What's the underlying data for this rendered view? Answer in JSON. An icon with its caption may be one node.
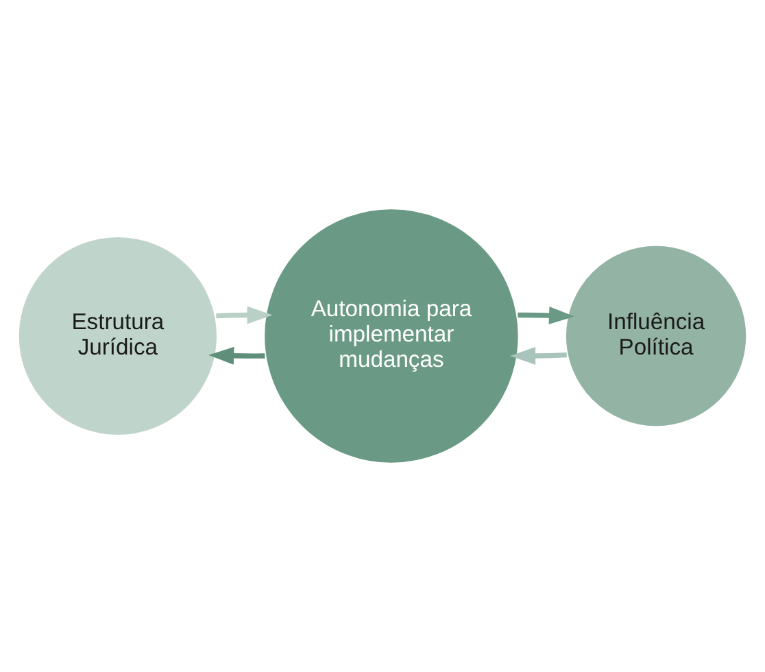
{
  "diagram": {
    "nodes": [
      {
        "text": [
          "Influência Política"
        ]
      },
      {
        "text": [
          "Autonomia para implementar mudanças"
        ]
      },
      {
        "text": [
          "Estrutura Jurídica"
        ]
      }
    ],
    "edges": [
      {
        "from": 2,
        "to": 1,
        "arrow": "to",
        "color": "#b9d0c6"
      },
      {
        "from": 1,
        "to": 0,
        "arrow": "to",
        "color": "#6a9a85"
      },
      {
        "from": 0,
        "to": 1,
        "arrow": "to",
        "color": "#a9c4ba"
      },
      {
        "from": 1,
        "to": 2,
        "arrow": "to",
        "color": "#5f8f7a"
      }
    ]
  }
}
